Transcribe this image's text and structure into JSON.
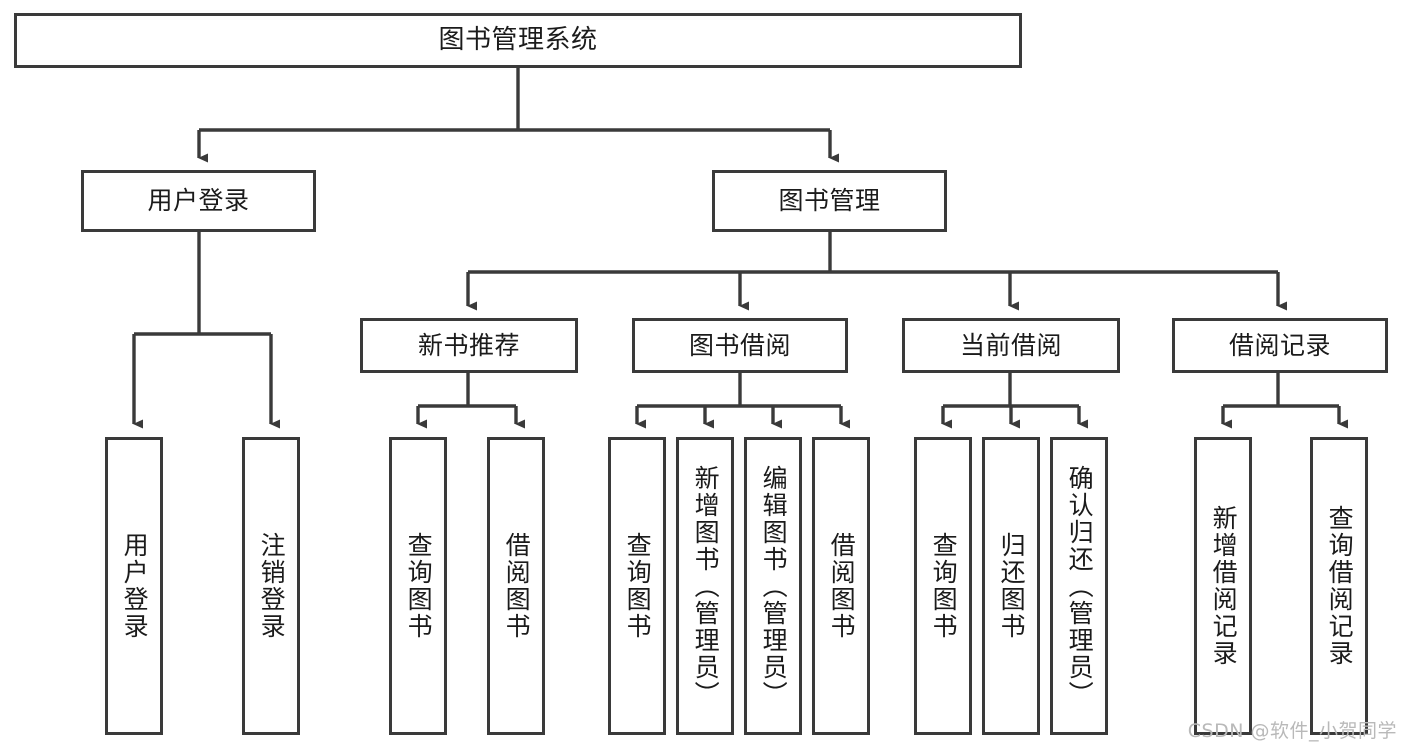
{
  "diagram": {
    "title": "图书管理系统",
    "watermark": "CSDN @软件_小贺同学",
    "stroke_color": "#3a3a3a",
    "background_color": "#ffffff",
    "text_color": "#1b1b1b",
    "root": {
      "label": "图书管理系统"
    },
    "level2": [
      {
        "label": "用户登录"
      },
      {
        "label": "图书管理"
      }
    ],
    "level3": [
      {
        "label": "新书推荐"
      },
      {
        "label": "图书借阅"
      },
      {
        "label": "当前借阅"
      },
      {
        "label": "借阅记录"
      }
    ],
    "leaves": {
      "user_login": [
        {
          "label": "用户登录"
        },
        {
          "label": "注销登录"
        }
      ],
      "new_book_recommend": [
        {
          "label": "查询图书"
        },
        {
          "label": "借阅图书"
        }
      ],
      "book_borrow": [
        {
          "label": "查询图书"
        },
        {
          "label": "新增图书（管理员）"
        },
        {
          "label": "编辑图书（管理员）"
        },
        {
          "label": "借阅图书"
        }
      ],
      "current_borrow": [
        {
          "label": "查询图书"
        },
        {
          "label": "归还图书"
        },
        {
          "label": "确认归还（管理员）"
        }
      ],
      "borrow_record": [
        {
          "label": "新增借阅记录"
        },
        {
          "label": "查询借阅记录"
        }
      ]
    }
  }
}
